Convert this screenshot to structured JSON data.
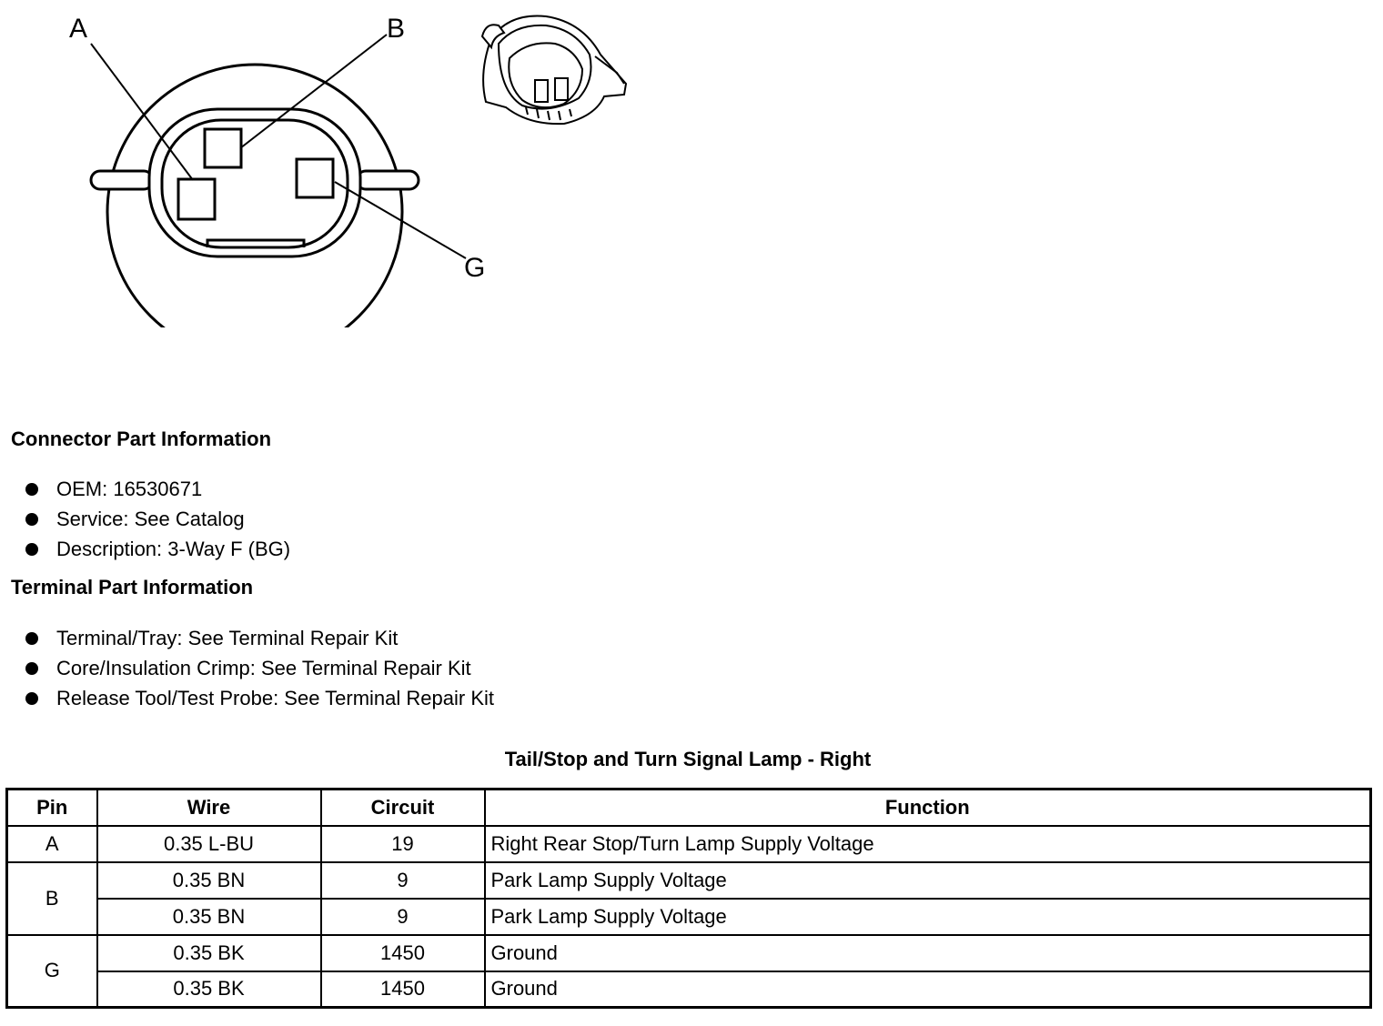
{
  "diagram": {
    "callouts": {
      "a": "A",
      "b": "B",
      "g": "G"
    }
  },
  "connector_section": {
    "title": "Connector Part Information",
    "items": [
      "OEM: 16530671",
      "Service: See Catalog",
      "Description: 3-Way F (BG)"
    ]
  },
  "terminal_section": {
    "title": "Terminal Part Information",
    "items": [
      "Terminal/Tray: See Terminal Repair Kit",
      "Core/Insulation Crimp: See Terminal Repair Kit",
      "Release Tool/Test Probe: See Terminal Repair Kit"
    ]
  },
  "table": {
    "title": "Tail/Stop and Turn Signal Lamp - Right",
    "headers": {
      "pin": "Pin",
      "wire": "Wire",
      "circuit": "Circuit",
      "function": "Function"
    },
    "rows": [
      {
        "pin": "A",
        "wire": "0.35 L-BU",
        "circuit": "19",
        "function": "Right Rear Stop/Turn Lamp Supply Voltage"
      },
      {
        "pin": "B",
        "wire": "0.35 BN",
        "circuit": "9",
        "function": "Park Lamp Supply Voltage"
      },
      {
        "pin": "B",
        "wire": "0.35 BN",
        "circuit": "9",
        "function": "Park Lamp Supply Voltage"
      },
      {
        "pin": "G",
        "wire": "0.35 BK",
        "circuit": "1450",
        "function": "Ground"
      },
      {
        "pin": "G",
        "wire": "0.35 BK",
        "circuit": "1450",
        "function": "Ground"
      }
    ]
  }
}
